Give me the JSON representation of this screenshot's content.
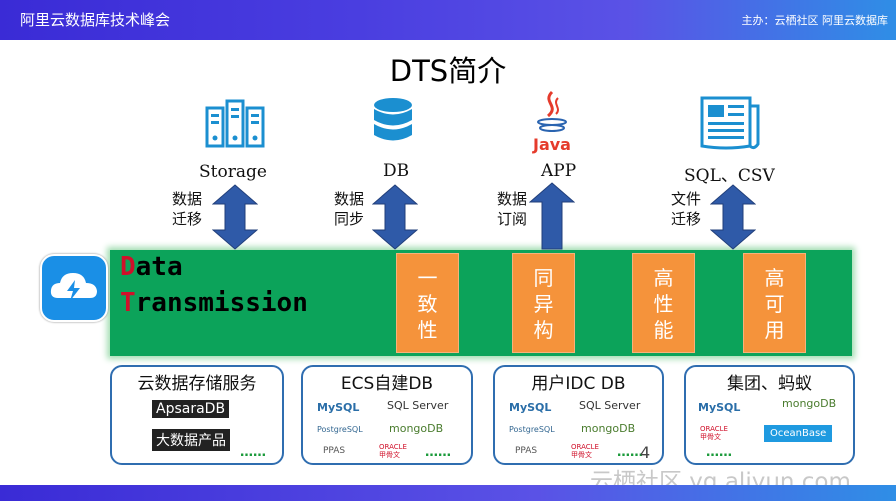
{
  "header": {
    "title": "阿里云数据库技术峰会",
    "sponsor": "主办：云栖社区 阿里云数据库"
  },
  "slide": {
    "title": "DTS简介",
    "sources": [
      {
        "label": "Storage",
        "icon": "server-rack-icon",
        "arrow_text": "数据\n迁移"
      },
      {
        "label": "DB",
        "icon": "database-icon",
        "arrow_text": "数据\n同步"
      },
      {
        "label": "APP",
        "icon": "java-icon",
        "java_text": "Java",
        "arrow_text": "数据\n订阅"
      },
      {
        "label": "SQL、CSV",
        "icon": "document-icon",
        "arrow_text": "文件\n迁移"
      }
    ],
    "product": {
      "line1_cap": "D",
      "line1_rest": "ata",
      "line2_cap": "T",
      "line2_rest": "ransmission"
    },
    "features": [
      "一\n致\n性",
      "同\n异\n构",
      "高\n性\n能",
      "高\n可\n用"
    ],
    "targets": [
      {
        "title": "云数据存储服务",
        "chips": [
          "ApsaraDB",
          "大数据产品"
        ],
        "more": "……"
      },
      {
        "title": "ECS自建DB",
        "logos": [
          "MySQL",
          "SQL Server",
          "PostgreSQL",
          "mongoDB",
          "PPAS",
          "ORACLE 甲骨文"
        ],
        "more": "……"
      },
      {
        "title": "用户IDC DB",
        "logos": [
          "MySQL",
          "SQL Server",
          "PostgreSQL",
          "mongoDB",
          "PPAS",
          "ORACLE 甲骨文"
        ],
        "more": "……"
      },
      {
        "title": "集团、蚂蚁",
        "logos": [
          "MySQL",
          "mongoDB",
          "ORACLE 甲骨文",
          "OceanBase"
        ],
        "more": "……"
      }
    ],
    "page_number": "4",
    "watermark": "云栖社区 yq.aliyun.com"
  },
  "colors": {
    "band": "#0ca35a",
    "feature": "#f5933b",
    "arrow": "#2f5aa8",
    "box_border": "#2f6db0",
    "accent_red": "#d0102a"
  }
}
